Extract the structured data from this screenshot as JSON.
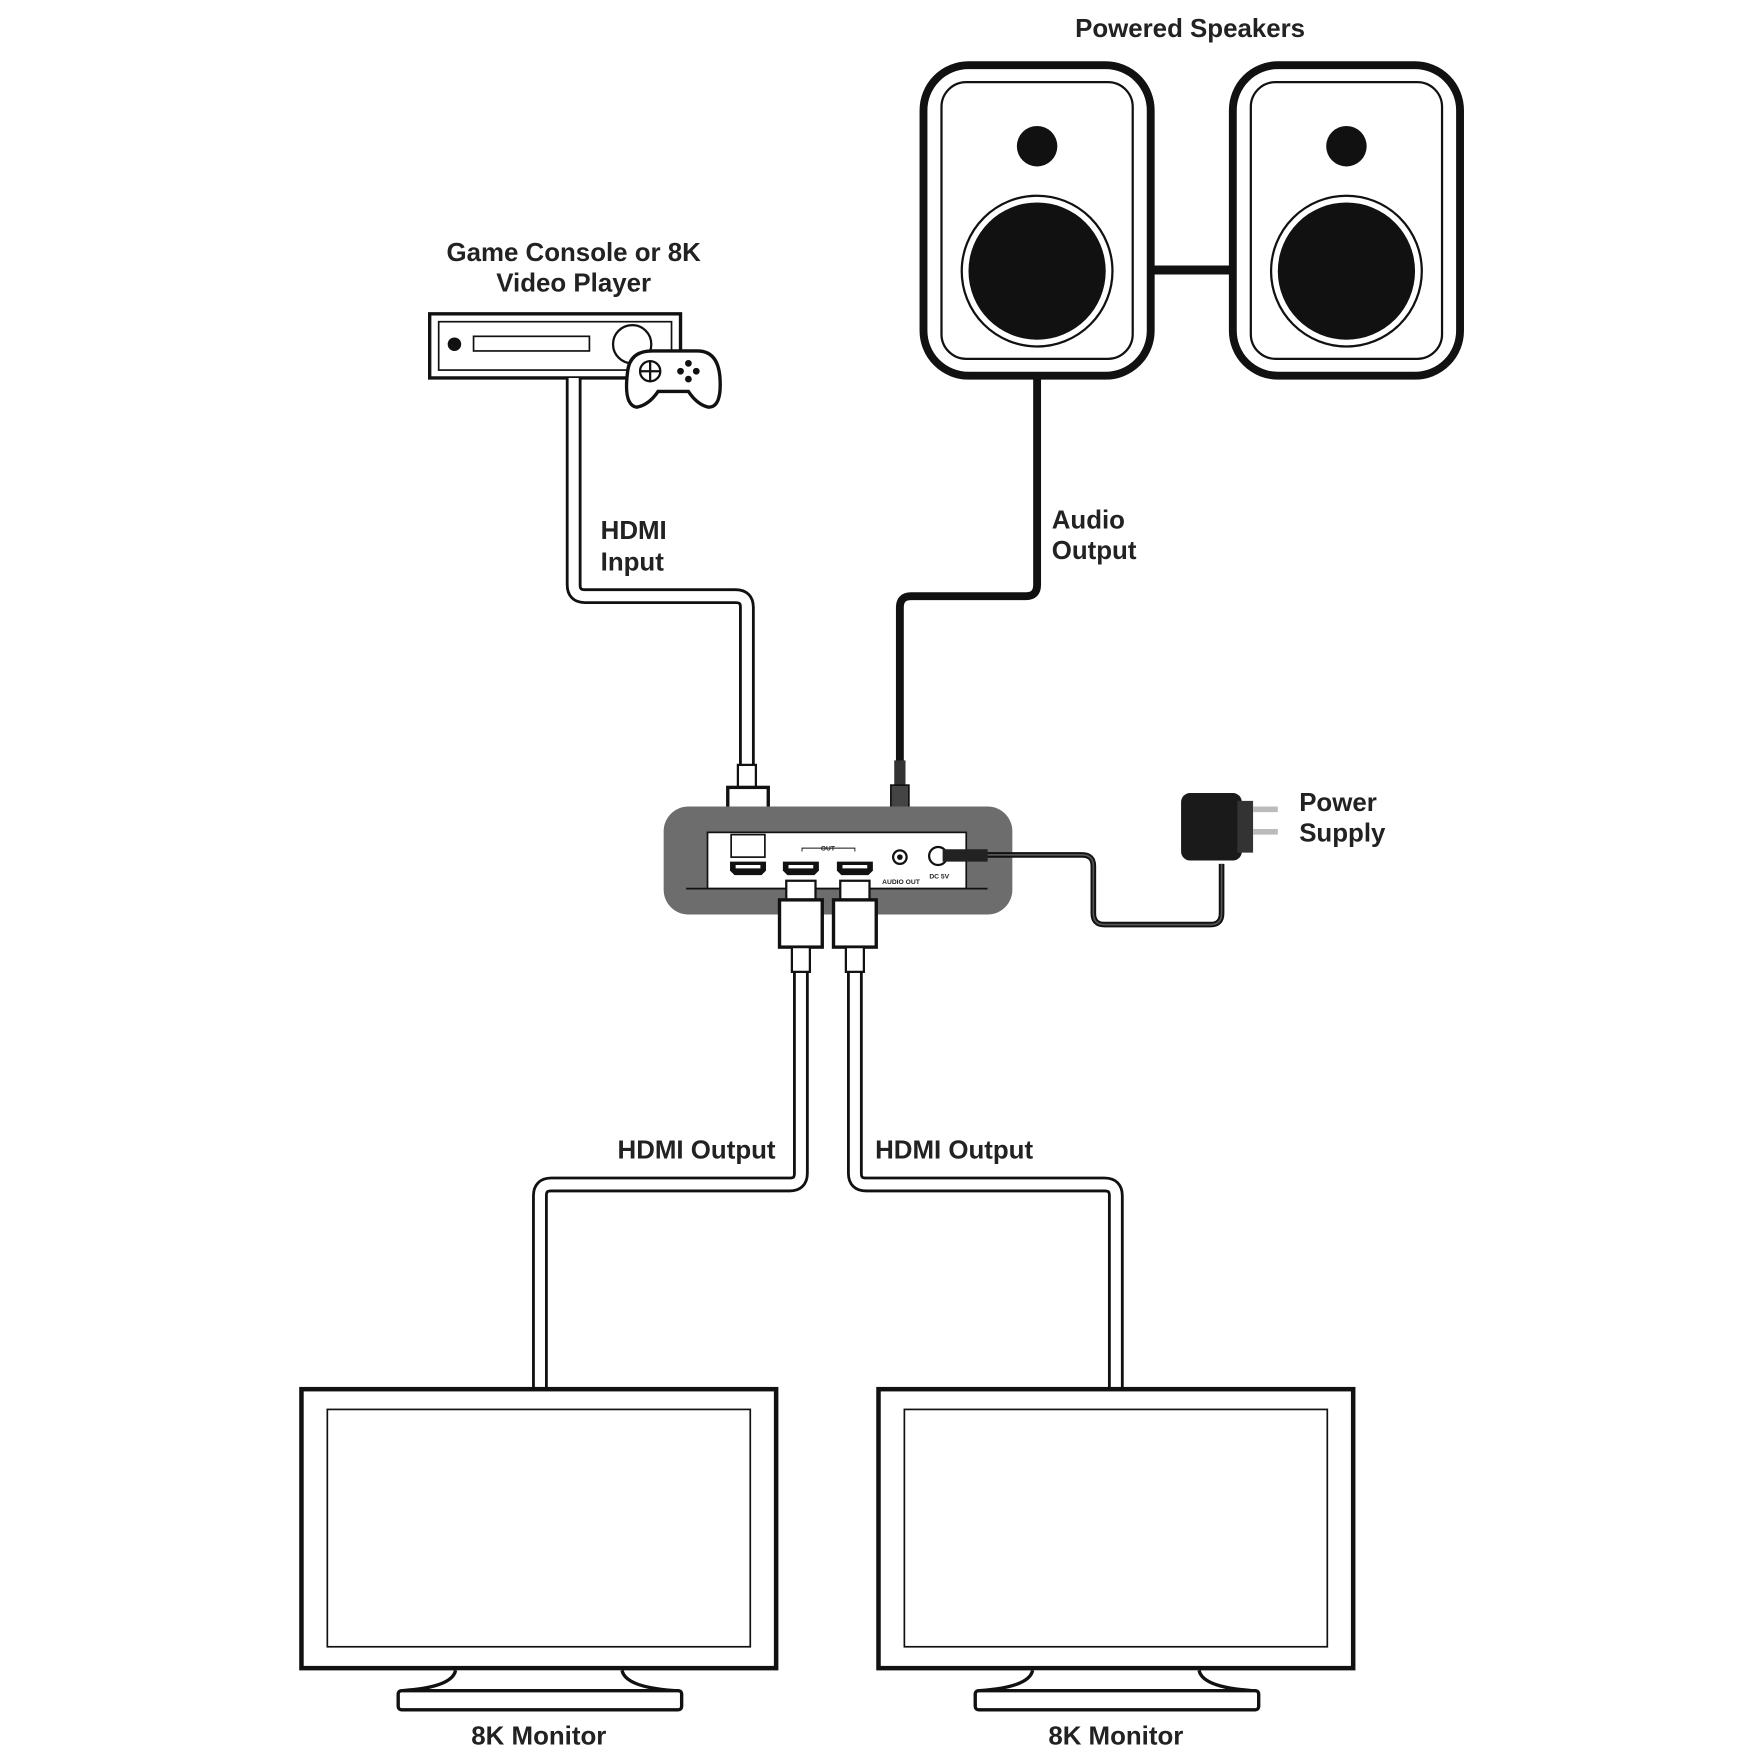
{
  "labels": {
    "speakers": "Powered Speakers",
    "source_line1": "Game Console or 8K",
    "source_line2": "Video Player",
    "hdmi_input_line1": "HDMI",
    "hdmi_input_line2": "Input",
    "audio_output_line1": "Audio",
    "audio_output_line2": "Output",
    "power_line1": "Power",
    "power_line2": "Supply",
    "hdmi_output_left": "HDMI Output",
    "hdmi_output_right": "HDMI Output",
    "monitor_left": "8K Monitor",
    "monitor_right": "8K Monitor"
  },
  "device": {
    "out_label": "OUT",
    "audio_out_label": "AUDIO OUT",
    "dc_label": "DC 5V"
  },
  "colors": {
    "device_body": "#6d6d6d",
    "line": "#111111"
  }
}
